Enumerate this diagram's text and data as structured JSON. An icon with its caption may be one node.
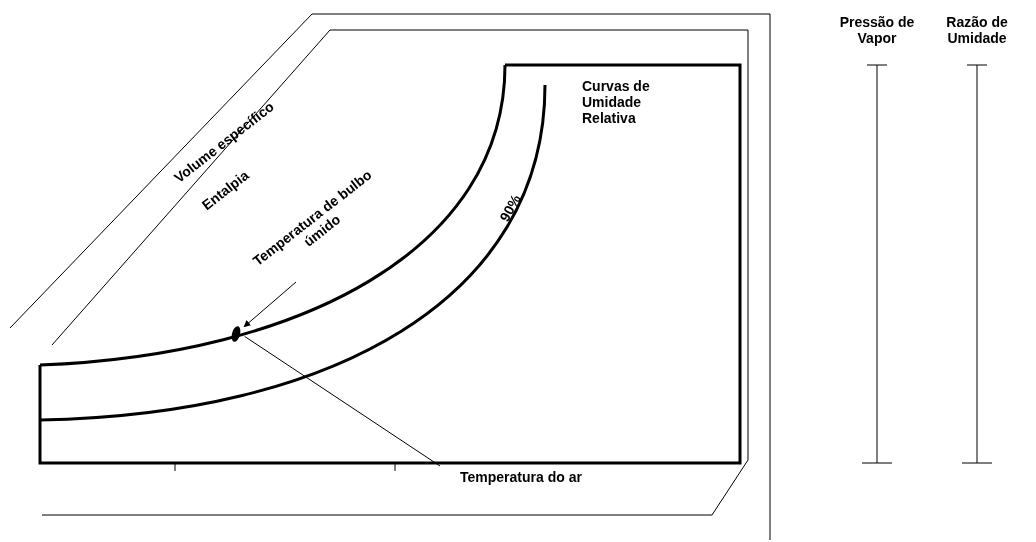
{
  "diagram": {
    "nodes": [
      {
        "text": [
          "Temperatura de bulbo úmido"
        ]
      },
      {
        "text": [],
        "shape": "circle"
      },
      {
        "text": [
          "Temperatura do ar"
        ]
      }
    ],
    "edges": [
      {
        "from": 0,
        "to": 1,
        "arrow": "to"
      },
      {
        "from": 1,
        "to": 2,
        "arrow": "none"
      }
    ],
    "labels": [
      "Volume específico",
      "Entalpia",
      "Curvas de Umidade Relativa",
      "90%",
      "Pressão de Vapor",
      "Razão de Umidade"
    ]
  }
}
